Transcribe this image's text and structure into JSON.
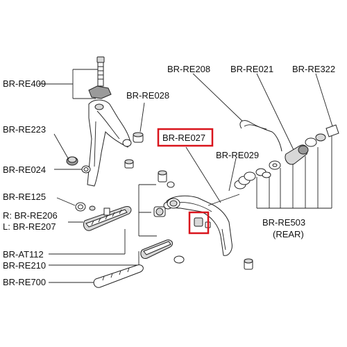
{
  "diagram": {
    "labels": {
      "re409": "BR-RE409",
      "re028": "BR-RE028",
      "re208": "BR-RE208",
      "re021": "BR-RE021",
      "re322": "BR-RE322",
      "re027": "BR-RE027",
      "re029": "BR-RE029",
      "re223": "BR-RE223",
      "re024": "BR-RE024",
      "re125": "BR-RE125",
      "re206": "R: BR-RE206",
      "re207": "L: BR-RE207",
      "re503": "BR-RE503",
      "rear": "(REAR)",
      "at112": "BR-AT112",
      "re210": "BR-RE210",
      "re700": "BR-RE700"
    },
    "highlight_color": "#d9141c"
  }
}
